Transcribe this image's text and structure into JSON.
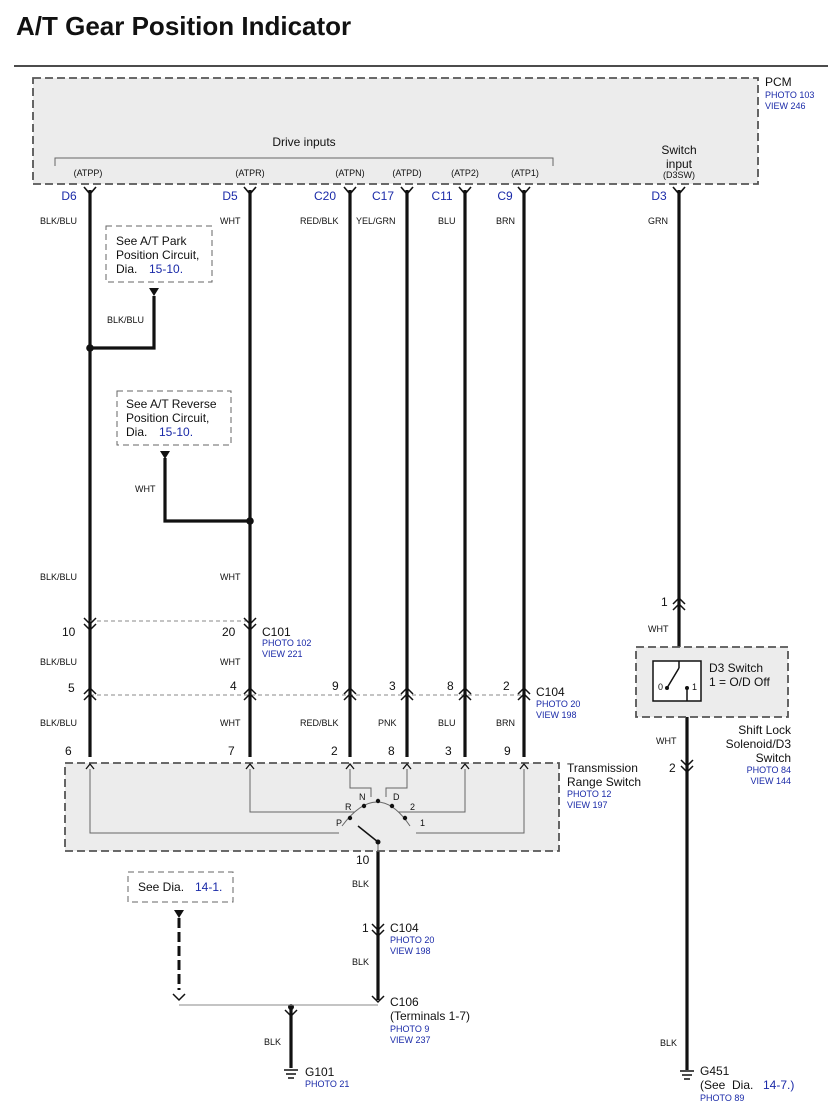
{
  "title": "A/T Gear Position Indicator",
  "pcm": {
    "label": "PCM",
    "photo": "PHOTO 103",
    "view": "VIEW 246",
    "drive_inputs": "Drive inputs",
    "switch_input": [
      "Switch",
      "input"
    ],
    "signals": [
      "(ATPP)",
      "(ATPR)",
      "(ATPN)",
      "(ATPD)",
      "(ATP2)",
      "(ATP1)",
      "(D3SW)"
    ],
    "pins": [
      "D6",
      "D5",
      "C20",
      "C17",
      "C11",
      "C9",
      "D3"
    ]
  },
  "top_wire_colors": [
    "BLK/BLU",
    "WHT",
    "RED/BLK",
    "YEL/GRN",
    "BLU",
    "BRN",
    "GRN"
  ],
  "park_ref": {
    "lines": [
      "See A/T Park",
      "Position Circuit,"
    ],
    "dia": "Dia.",
    "link": "15-10.",
    "wire": "BLK/BLU"
  },
  "reverse_ref": {
    "lines": [
      "See A/T Reverse",
      "Position Circuit,"
    ],
    "dia": "Dia.",
    "link": "15-10.",
    "wire": "WHT"
  },
  "mid_wire_colors": [
    "BLK/BLU",
    "WHT"
  ],
  "c101": {
    "label": "C101",
    "photo": "PHOTO 102",
    "view": "VIEW 221",
    "pins": [
      "10",
      "20"
    ]
  },
  "c101_wire_colors": [
    "BLK/BLU",
    "WHT"
  ],
  "c104": {
    "label": "C104",
    "photo": "PHOTO 20",
    "view": "VIEW 198",
    "pins": [
      "5",
      "4",
      "9",
      "3",
      "8",
      "2"
    ]
  },
  "lower_wire_colors": [
    "BLK/BLU",
    "WHT",
    "RED/BLK",
    "PNK",
    "BLU",
    "BRN"
  ],
  "trs": {
    "title": [
      "Transmission",
      "Range Switch"
    ],
    "photo": "PHOTO 12",
    "view": "VIEW 197",
    "pins": [
      "6",
      "7",
      "2",
      "8",
      "3",
      "9"
    ],
    "positions": [
      "P",
      "R",
      "N",
      "D",
      "2",
      "1"
    ],
    "ground_pin": "10"
  },
  "trs_ground_wire": "BLK",
  "dia_ref": {
    "text": "See Dia.",
    "link": "14-1."
  },
  "c104_lower": {
    "pin": "1",
    "label": "C104",
    "photo": "PHOTO 20",
    "view": "VIEW 198"
  },
  "c106_wire": "BLK",
  "c106": {
    "label": "C106",
    "sub": "(Terminals 1-7)",
    "photo": "PHOTO 9",
    "view": "VIEW 237"
  },
  "g101": {
    "wire": "BLK",
    "label": "G101",
    "photo": "PHOTO 21"
  },
  "d3_switch": {
    "pin_top": "1",
    "wire_top": "WHT",
    "label": "D3 Switch",
    "desc": "1 = O/D Off",
    "contact0": "0",
    "contact1": "1",
    "parent": [
      "Shift Lock",
      "Solenoid/D3",
      "Switch"
    ],
    "photo": "PHOTO 84",
    "view": "VIEW 144",
    "wire_bottom": "WHT",
    "pin_bottom": "2"
  },
  "g451": {
    "wire": "BLK",
    "label": "G451",
    "see": "(See",
    "dia": "Dia.",
    "link": "14-7.)",
    "photo": "PHOTO 89"
  }
}
